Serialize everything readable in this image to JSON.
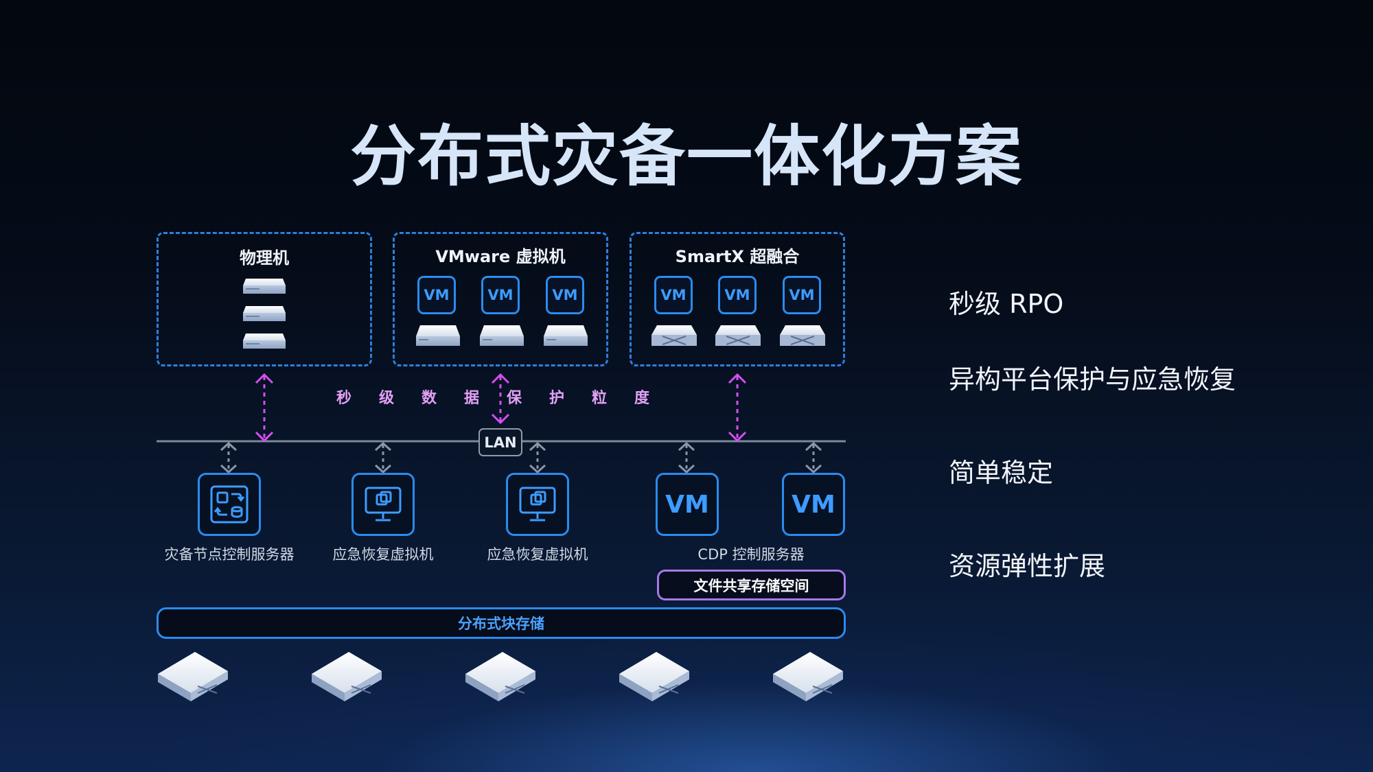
{
  "title": "分布式灾备一体化方案",
  "sources": {
    "physical": {
      "label": "物理机"
    },
    "vmware": {
      "label": "VMware 虚拟机",
      "vm_badges": [
        "VM",
        "VM",
        "VM"
      ]
    },
    "smartx": {
      "label": "SmartX 超融合",
      "vm_badges": [
        "VM",
        "VM",
        "VM"
      ]
    }
  },
  "granularity_label": "秒级数据保护粒度",
  "network": {
    "lan_label": "LAN"
  },
  "nodes": [
    {
      "label": "灾备节点控制服务器",
      "icon": "dr-controller-icon"
    },
    {
      "label": "应急恢复虚拟机",
      "icon": "recovery-vm-monitor-icon"
    },
    {
      "label": "应急恢复虚拟机",
      "icon": "recovery-vm-monitor-icon"
    },
    {
      "badge": "VM"
    },
    {
      "badge": "VM"
    }
  ],
  "cdp_label": "CDP 控制服务器",
  "file_share_label": "文件共享存储空间",
  "block_storage_label": "分布式块存储",
  "features": [
    "秒级 RPO",
    "异构平台保护与应急恢复",
    "简单稳定",
    "资源弹性扩展"
  ],
  "colors": {
    "accent_blue": "#2a8cf0",
    "dashed_border": "#2f7fdc",
    "magenta_arrow": "#d44ef0",
    "granularity_text": "#e3a0f5",
    "file_share_border": "#a779ea"
  }
}
